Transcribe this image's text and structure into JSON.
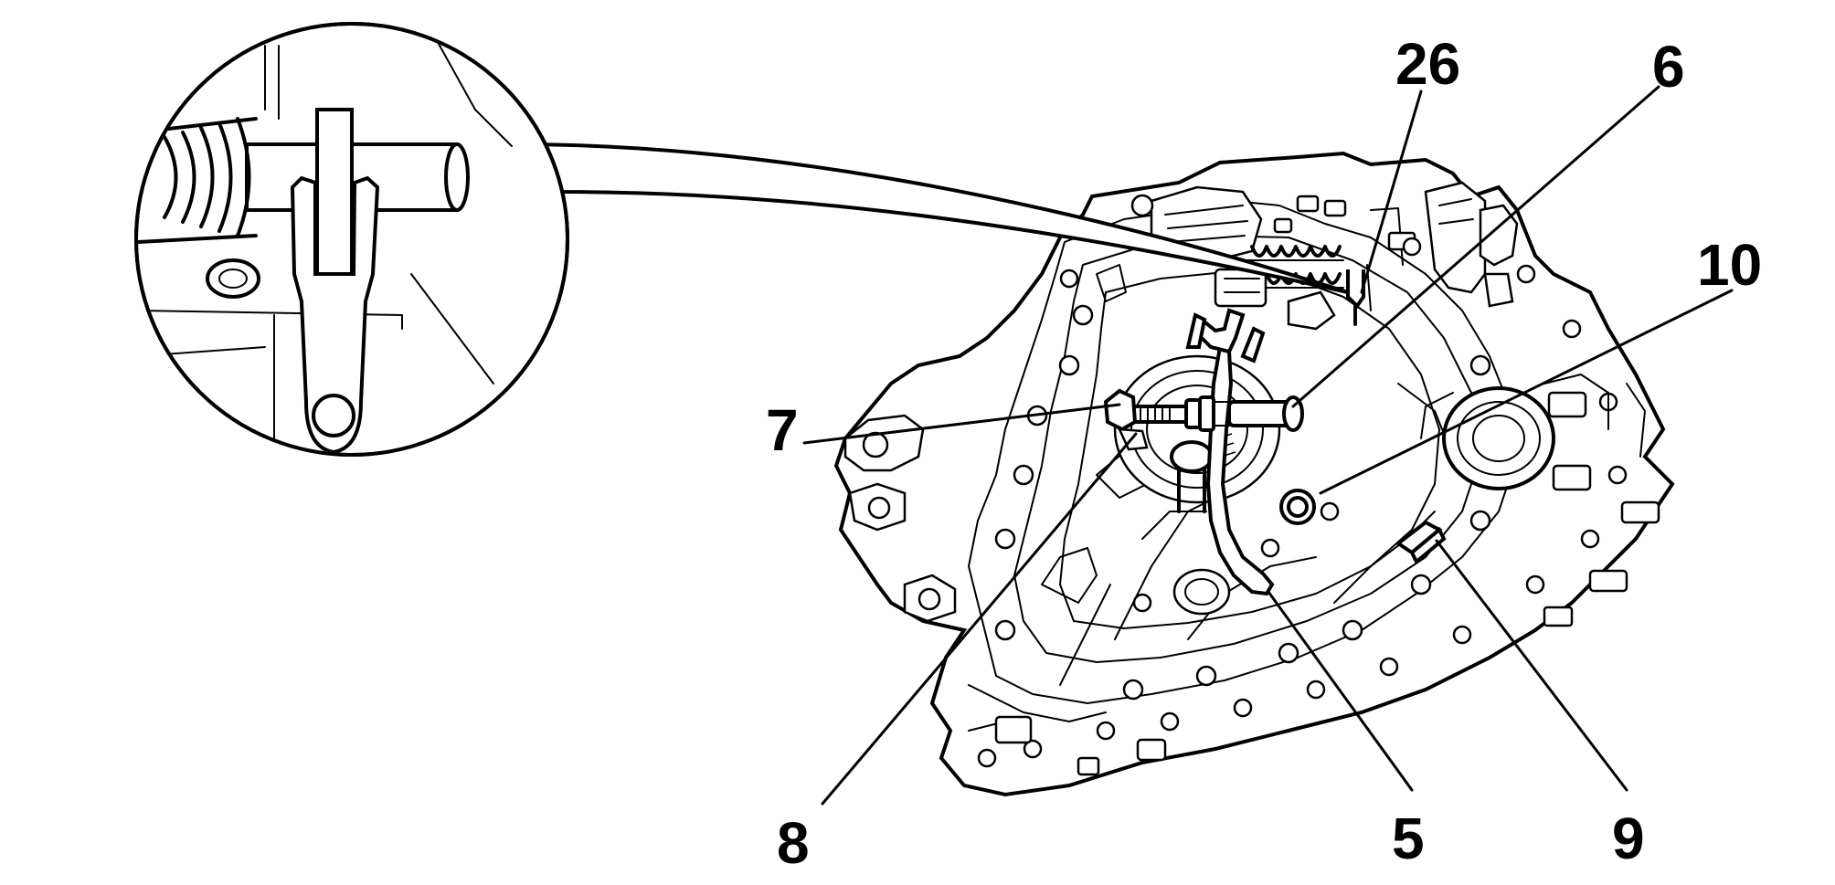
{
  "callouts": {
    "c26": "26",
    "c6": "6",
    "c10": "10",
    "c7": "7",
    "c8": "8",
    "c5": "5",
    "c9": "9"
  },
  "colors": {
    "line": "#000000",
    "background": "#ffffff"
  }
}
